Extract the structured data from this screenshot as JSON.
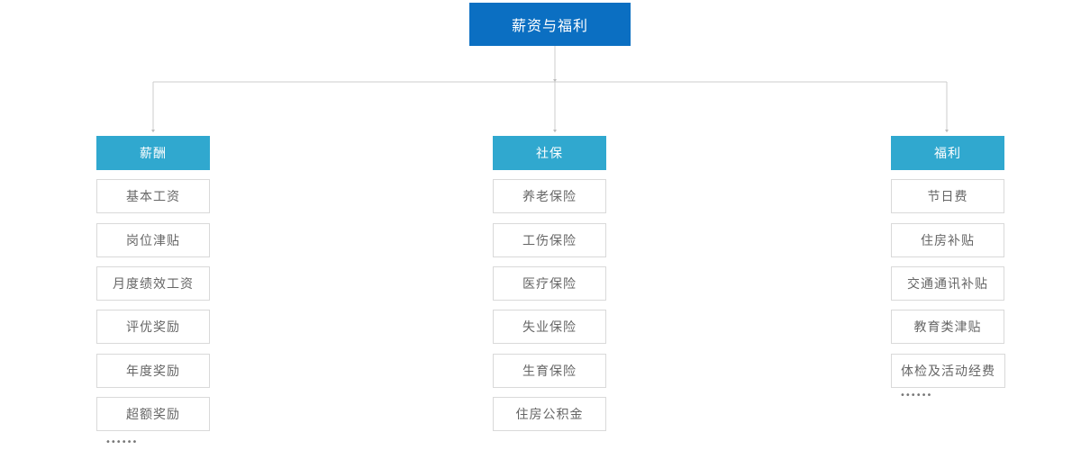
{
  "root": {
    "label": "薪资与福利"
  },
  "columns": [
    {
      "header": "薪酬",
      "items": [
        "基本工资",
        "岗位津贴",
        "月度绩效工资",
        "评优奖励",
        "年度奖励",
        "超额奖励"
      ],
      "more": "••••••"
    },
    {
      "header": "社保",
      "items": [
        "养老保险",
        "工伤保险",
        "医疗保险",
        "失业保险",
        "生育保险",
        "住房公积金"
      ]
    },
    {
      "header": "福利",
      "items": [
        "节日费",
        "住房补贴",
        "交通通讯补贴",
        "教育类津贴",
        "体检及活动经费"
      ],
      "more": "••••••"
    }
  ],
  "colors": {
    "root_bg": "#0b6fc2",
    "header_bg": "#30a8cf",
    "item_border": "#d9d9d9",
    "connector": "#cccccc"
  }
}
